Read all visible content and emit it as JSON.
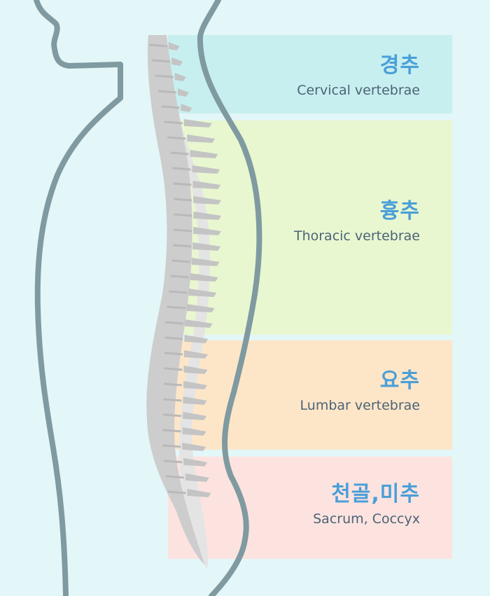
{
  "colors": {
    "background": "#e3f6f8",
    "outline": "#7f9aa0",
    "spine_light": "#e4e4e4",
    "spine_mid": "#cdcdcd",
    "spine_dark": "#b9b9b9",
    "korean_text": "#4a9fd8",
    "english_text": "#4c6377"
  },
  "regions": [
    {
      "id": "cervical",
      "korean": "경추",
      "english": "Cervical vertebrae",
      "band_color": "#c7efef"
    },
    {
      "id": "thoracic",
      "korean": "흉추",
      "english": "Thoracic vertebrae",
      "band_color": "#e8f7d0"
    },
    {
      "id": "lumbar",
      "korean": "요추",
      "english": "Lumbar vertebrae",
      "band_color": "#fde6c8"
    },
    {
      "id": "sacral",
      "korean": "천골,미추",
      "english": "Sacrum, Coccyx",
      "band_color": "#fde3df"
    }
  ]
}
